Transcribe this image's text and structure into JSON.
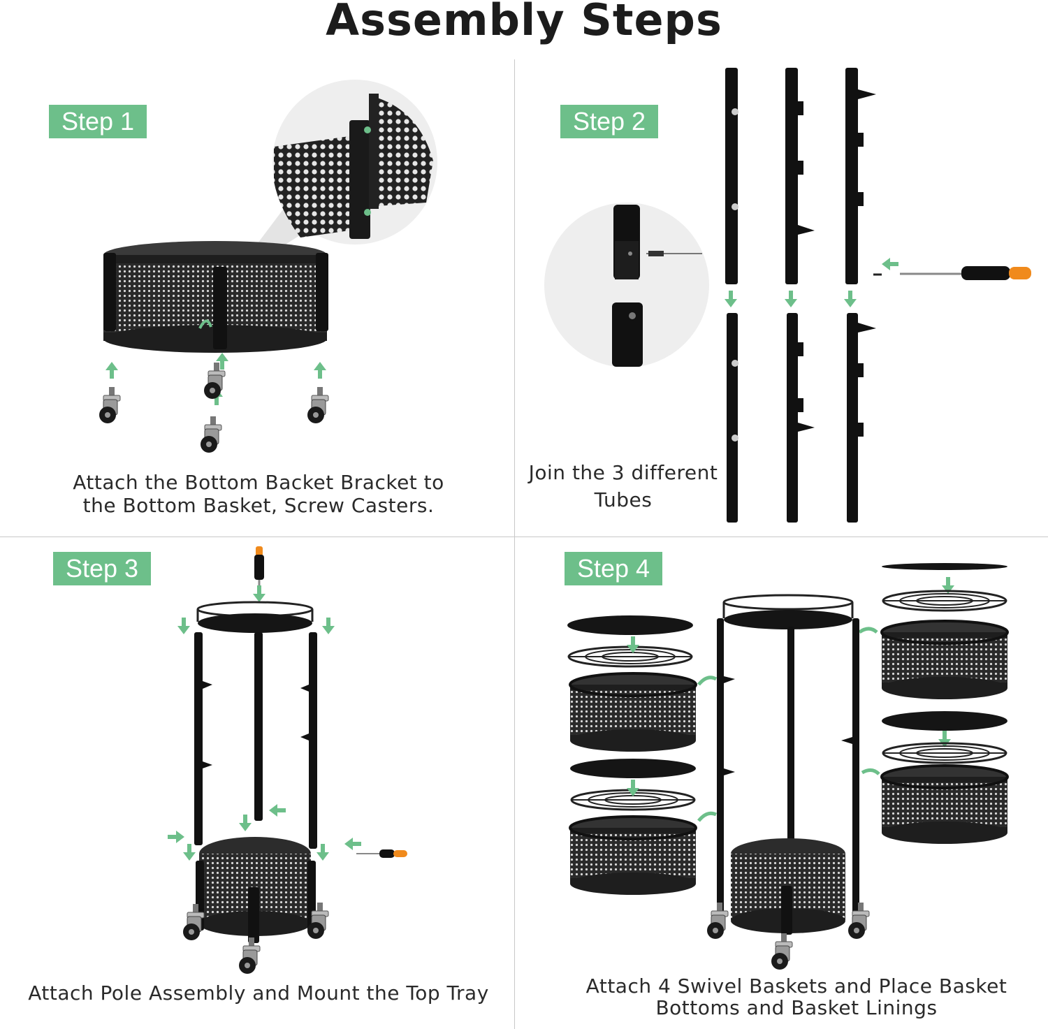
{
  "title": "Assembly Steps",
  "steps": [
    {
      "label": "Step 1",
      "caption": [
        "Attach the Bottom Backet Bracket to",
        "the Bottom Basket, Screw Casters."
      ]
    },
    {
      "label": "Step 2",
      "caption": [
        "Join the 3 different",
        "Tubes"
      ]
    },
    {
      "label": "Step 3",
      "caption": [
        "Attach Pole Assembly and Mount the Top Tray"
      ]
    },
    {
      "label": "Step 4",
      "caption": [
        "Attach 4  Swivel Baskets and Place Basket",
        "Bottoms and Basket Linings"
      ]
    }
  ],
  "colors": {
    "badge": "#6dbf8a",
    "arrow": "#6dbf8a",
    "metal": "#1e1e1e",
    "handle": "#f08a1c"
  }
}
